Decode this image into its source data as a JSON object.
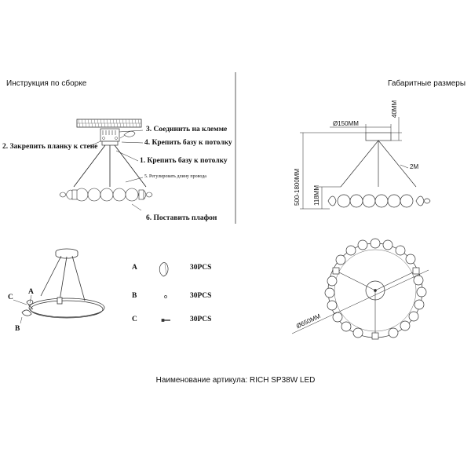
{
  "headers": {
    "left": "Инструкция по сборке",
    "right": "Габаритные размеры"
  },
  "steps": [
    {
      "label": "3. Соединить на клемме"
    },
    {
      "label": "4. Крепить базу к потолку"
    },
    {
      "label": "2. Закрепить планку к стене"
    },
    {
      "label": "1. Крепить базу к потолку"
    },
    {
      "label": "5. Регулировать длину провода"
    },
    {
      "label": "6. Поставить плафон"
    }
  ],
  "parts": [
    {
      "letter": "A",
      "qty": "30PCS",
      "icon": "crystal-piece-icon"
    },
    {
      "letter": "B",
      "qty": "30PCS",
      "icon": "ring-connector-icon"
    },
    {
      "letter": "C",
      "qty": "30PCS",
      "icon": "pin-icon"
    }
  ],
  "assembly_callouts": [
    "C",
    "A",
    "B"
  ],
  "dimensions": {
    "canopy_diameter": "Ø150MM",
    "canopy_height": "40MM",
    "wire": "2M",
    "drop": "500-1800MM",
    "ring_height": "118MM",
    "ring_diameter": "Ø650MM"
  },
  "footer": "Наименование артикула: RICH SP38W LED"
}
